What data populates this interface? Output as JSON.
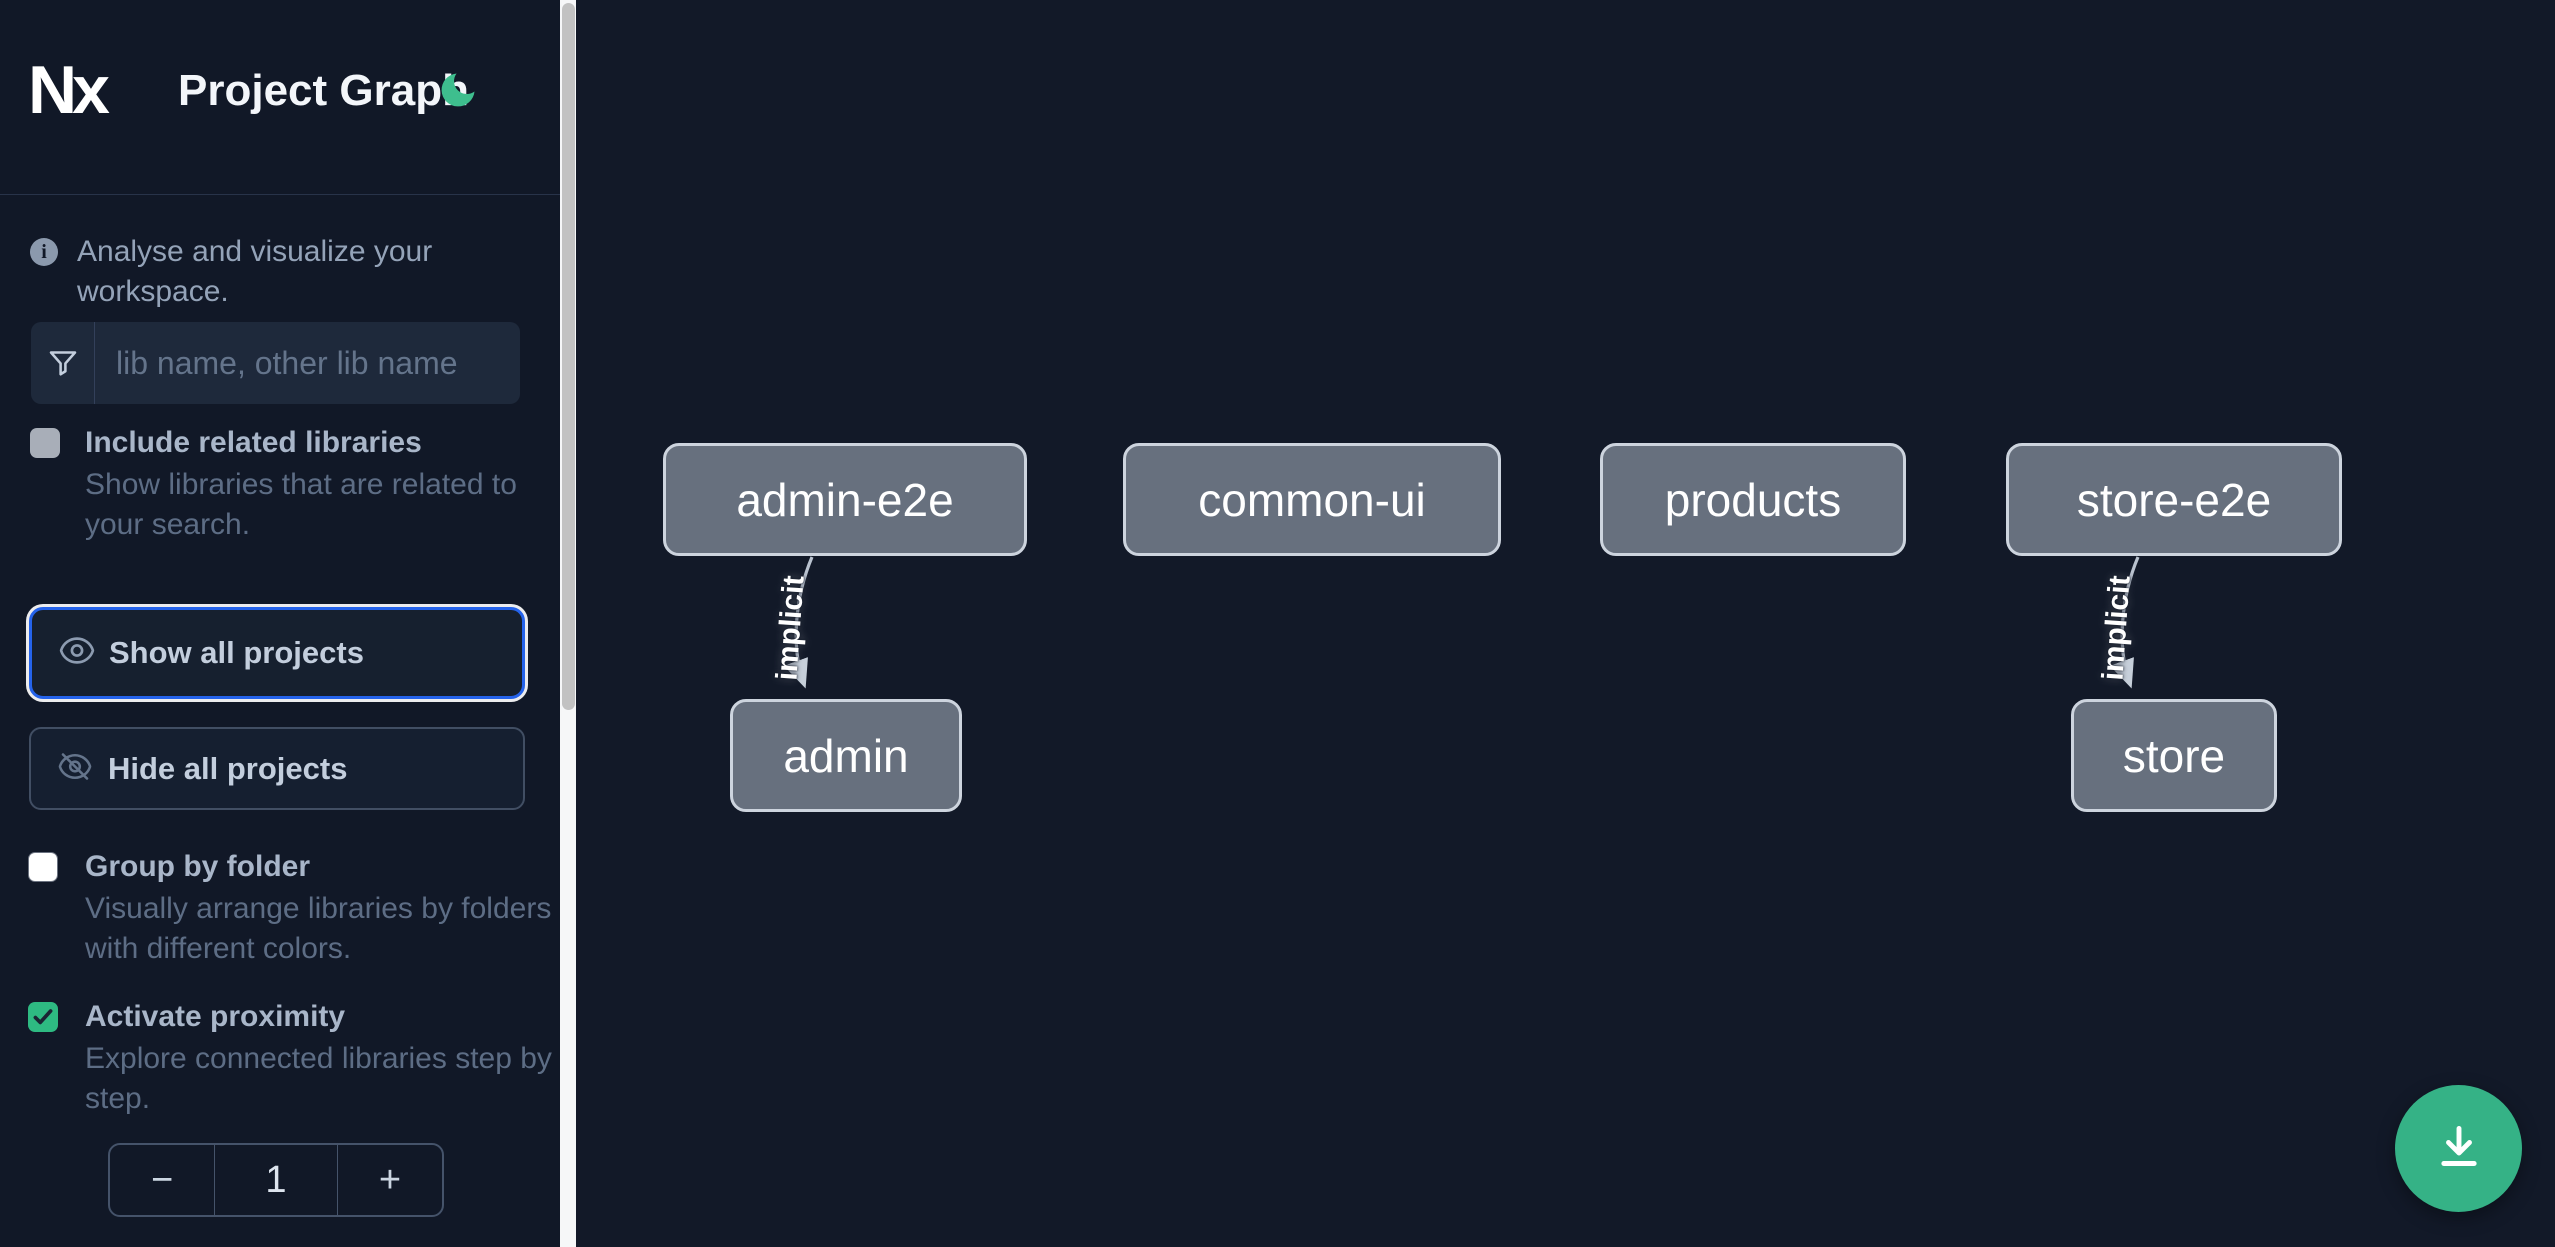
{
  "app": {
    "logo_text": "Nx",
    "title": "Project Graph"
  },
  "header": {
    "theme_icon": "moon-icon"
  },
  "sidebar": {
    "tagline": "Analyse and visualize your workspace.",
    "filter": {
      "placeholder": "lib name, other lib name",
      "value": "",
      "icon": "funnel-icon"
    },
    "options": {
      "include_related": {
        "label": "Include related libraries",
        "description": "Show libraries that are related to your search.",
        "checked": false
      },
      "group_by_folder": {
        "label": "Group by folder",
        "description": "Visually arrange libraries by folders with different colors.",
        "checked": false
      },
      "activate_proximity": {
        "label": "Activate proximity",
        "description": "Explore connected libraries step by step.",
        "checked": true
      }
    },
    "actions": {
      "show_all": {
        "label": "Show all projects",
        "icon": "eye-icon",
        "focused": true
      },
      "hide_all": {
        "label": "Hide all projects",
        "icon": "eye-slash-icon",
        "focused": false
      }
    },
    "proximity_stepper": {
      "decrement": "−",
      "value": "1",
      "increment": "+"
    }
  },
  "graph": {
    "nodes": [
      {
        "id": "admin-e2e",
        "label": "admin-e2e"
      },
      {
        "id": "common-ui",
        "label": "common-ui"
      },
      {
        "id": "products",
        "label": "products"
      },
      {
        "id": "store-e2e",
        "label": "store-e2e"
      },
      {
        "id": "admin",
        "label": "admin"
      },
      {
        "id": "store",
        "label": "store"
      }
    ],
    "edges": [
      {
        "source": "admin-e2e",
        "target": "admin",
        "label": "implicit"
      },
      {
        "source": "store-e2e",
        "target": "store",
        "label": "implicit"
      }
    ]
  },
  "fab": {
    "icon": "download-icon"
  },
  "colors": {
    "sidebar_bg": "#111827",
    "canvas_bg": "#121928",
    "accent_green": "#2eba82",
    "moon_green": "#3ebe8e",
    "fab_green": "#35b286",
    "focus_blue": "#2563eb",
    "node_fill": "#67707e",
    "node_border": "#cdd4de",
    "scrollbar_thumb": "#c2c2c2"
  }
}
